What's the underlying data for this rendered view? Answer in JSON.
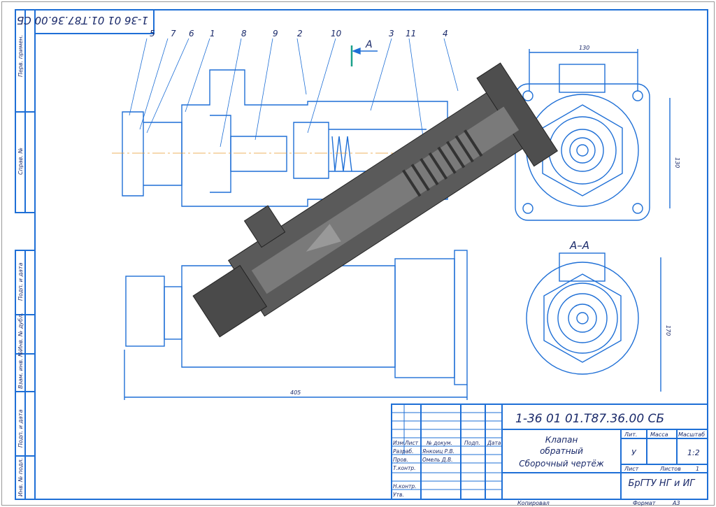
{
  "drawing_code": "1-36 01 01.T87.36.00 СБ",
  "drawing_code_rotated": "1-36 01 01.T87.36.00 СБ",
  "side_strip": [
    "Перв. примен.",
    "Справ. №",
    "Подп. и дата",
    "Инв. № дубл.",
    "Взам. инв. №",
    "Подп. и дата",
    "Инв. № подл."
  ],
  "callouts": [
    "5",
    "7",
    "6",
    "1",
    "8",
    "9",
    "2",
    "10",
    "3",
    "11",
    "4"
  ],
  "section_mark": "A",
  "section_title": "A–A",
  "dimensions": {
    "width_top": "130",
    "height_right": "130",
    "height_section": "170",
    "overall_length": "405"
  },
  "title_block": {
    "headers": [
      "Изм.",
      "Лист",
      "№ докум.",
      "Подп.",
      "Дата"
    ],
    "rows": [
      {
        "role": "Разраб.",
        "name": "Янкоиц Р.В."
      },
      {
        "role": "Пров.",
        "name": "Омель Д.В."
      },
      {
        "role": "Т.контр.",
        "name": ""
      },
      {
        "role": "Н.контр.",
        "name": ""
      },
      {
        "role": "Утв.",
        "name": ""
      }
    ],
    "name_line1": "Клапан",
    "name_line2": "обратный",
    "name_line3": "Сборочный чертёж",
    "lit_label": "Лит.",
    "mass_label": "Масса",
    "scale_label": "Масштаб",
    "lit_value": "У",
    "scale_value": "1:2",
    "sheet_label": "Лист",
    "sheets_label": "Листов",
    "sheets_value": "1",
    "organization": "БрГТУ НГ и ИГ",
    "copied_label": "Копировал",
    "format_label": "Формат",
    "format_value": "A3"
  },
  "colors": {
    "line": "#1e6fd6",
    "model": "#555555",
    "text": "#1a2a6a"
  }
}
